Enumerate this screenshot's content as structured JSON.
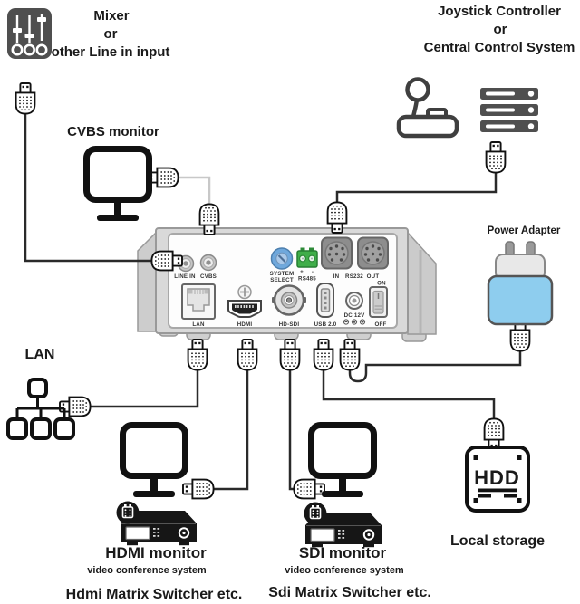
{
  "labels": {
    "mixer": {
      "line1": "Mixer",
      "line2": "or",
      "line3": "other Line in input"
    },
    "controller": {
      "line1": "Joystick Controller",
      "line2": "or",
      "line3": "Central Control System"
    },
    "cvbs_monitor": "CVBS monitor",
    "power_adapter": "Power Adapter",
    "lan": "LAN",
    "hdmi_group": {
      "title": "HDMI monitor",
      "sub": "video conference system",
      "note": "Hdmi Matrix Switcher etc."
    },
    "sdi_group": {
      "title": "SDI monitor",
      "sub": "video conference system",
      "note": "Sdi Matrix Switcher etc."
    },
    "local_storage": "Local storage",
    "hdd": "HDD"
  },
  "panel": {
    "line_in": "LINE IN",
    "cvbs": "CVBS",
    "system_select_line1": "SYSTEM",
    "system_select_line2": "SELECT",
    "plus": "+",
    "minus": "-",
    "rs485": "RS485",
    "din_in": "IN",
    "rs232": "RS232",
    "din_out": "OUT",
    "on": "ON",
    "off": "OFF",
    "lan": "LAN",
    "hdmi": "HDMI",
    "hd_sdi": "HD-SDI",
    "usb": "USB 2.0",
    "dc_12v": "DC 12V"
  },
  "colors": {
    "system_select": "#6fa8dc",
    "rs485_green": "#3fae49",
    "adapter_blue": "#8ecdee",
    "cable_dark": "#2a2a2a",
    "cable_light": "#c8c8c8",
    "device_gray": "#4f4f4f",
    "deck_black": "#161616",
    "camera_gray": "#d9d9d9"
  },
  "icons": [
    "mixer-icon",
    "usb-connector-icon",
    "monitor-icon",
    "joystick-icon",
    "server-icon",
    "power-adapter-icon",
    "lan-tree-icon",
    "hdd-icon",
    "av-deck-icon",
    "badge-connector-icon"
  ]
}
